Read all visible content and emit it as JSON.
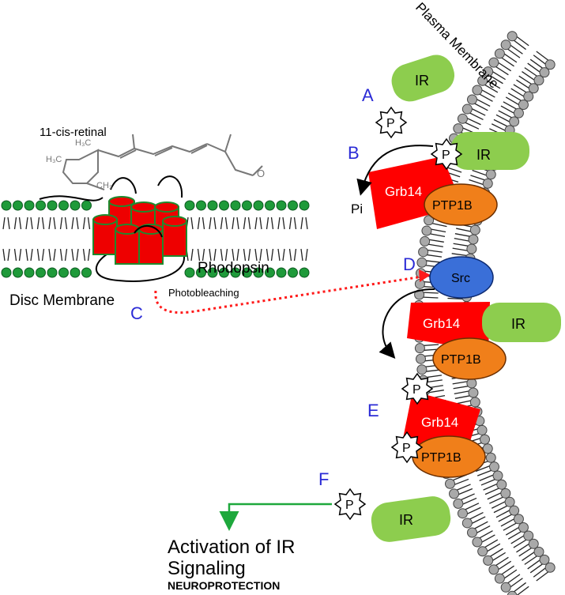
{
  "labels": {
    "plasma_membrane": "Plasma Membrane",
    "disc_membrane": "Disc Membrane",
    "rhodopsin": "Rhodopsin",
    "retinal": "11-cis-retinal",
    "photobleaching": "Photobleaching",
    "pi": "Pi",
    "activation_line1": "Activation of IR",
    "activation_line2": "Signaling",
    "neuroprotection": "NEUROPROTECTION"
  },
  "steps": {
    "a": "A",
    "b": "B",
    "c": "C",
    "d": "D",
    "e": "E",
    "f": "F"
  },
  "proteins": {
    "ir": "IR",
    "grb14": "Grb14",
    "ptp1b": "PTP1B",
    "src": "Src",
    "phospho": "P"
  },
  "molecule": {
    "h3c": "H₃C",
    "ch3": "CH₃"
  },
  "colors": {
    "ir_green": "#8dcd4e",
    "grb14_red": "#ff0000",
    "ptp1b_orange": "#f07f1a",
    "src_blue": "#3a6fd8",
    "rhodopsin_red": "#ee0000",
    "lipid_head": "#a9a9a9",
    "disc_lipid_head": "#1f9a3a",
    "step_letter": "#2b2bd6",
    "photobleach_arrow": "#ff1a1a",
    "activation_arrow": "#1ea83c"
  }
}
